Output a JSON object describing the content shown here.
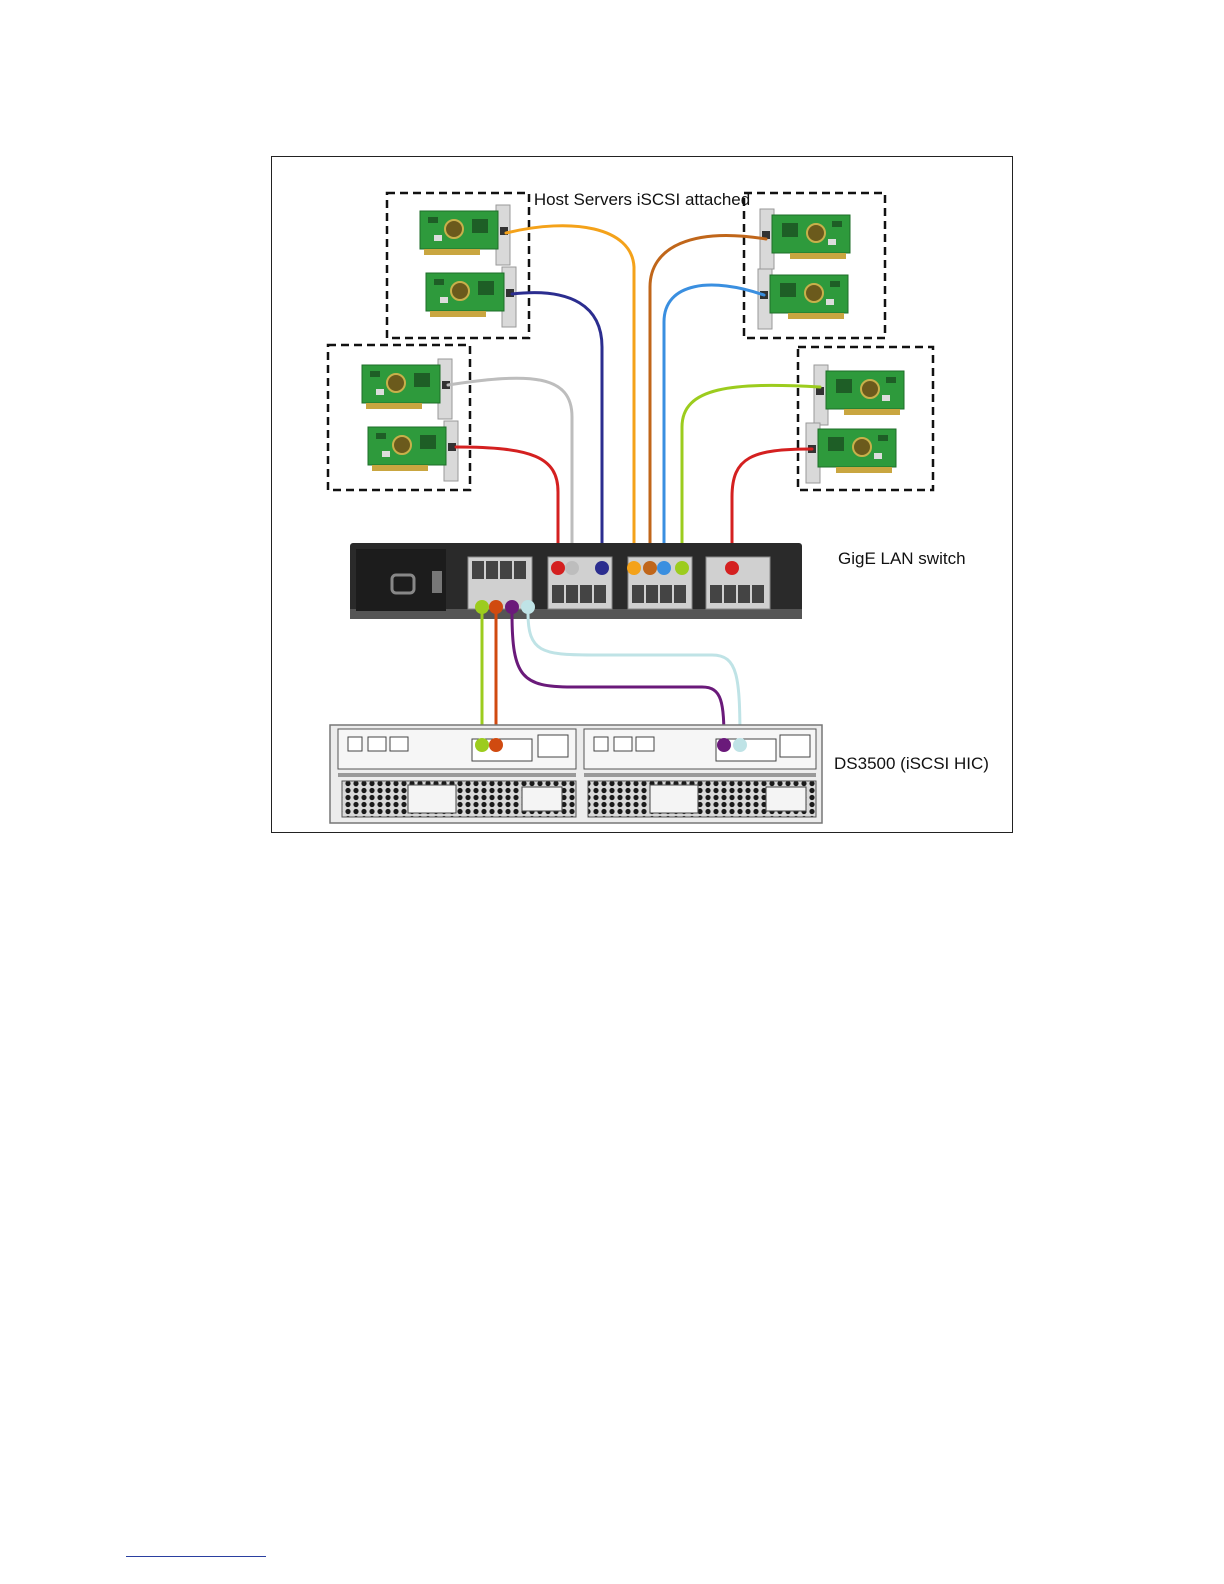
{
  "labels": {
    "hosts": "Host Servers iSCSI attached",
    "switch": "GigE LAN switch",
    "storage": "DS3500 (iSCSI HIC)"
  },
  "colors": {
    "card_pcb": "#2e9a3c",
    "switch_body": "#2a2a2a",
    "cable_orange": "#f4a21a",
    "cable_navy": "#2b2d8f",
    "cable_brown": "#c0661a",
    "cable_blue": "#3a8fe0",
    "cable_gray": "#bdbdbd",
    "cable_red": "#d42020",
    "cable_lime": "#9ccc1e",
    "cable_rust": "#d04a10",
    "cable_purple": "#6a1a7a",
    "cable_lightblue": "#bfe3e6"
  }
}
